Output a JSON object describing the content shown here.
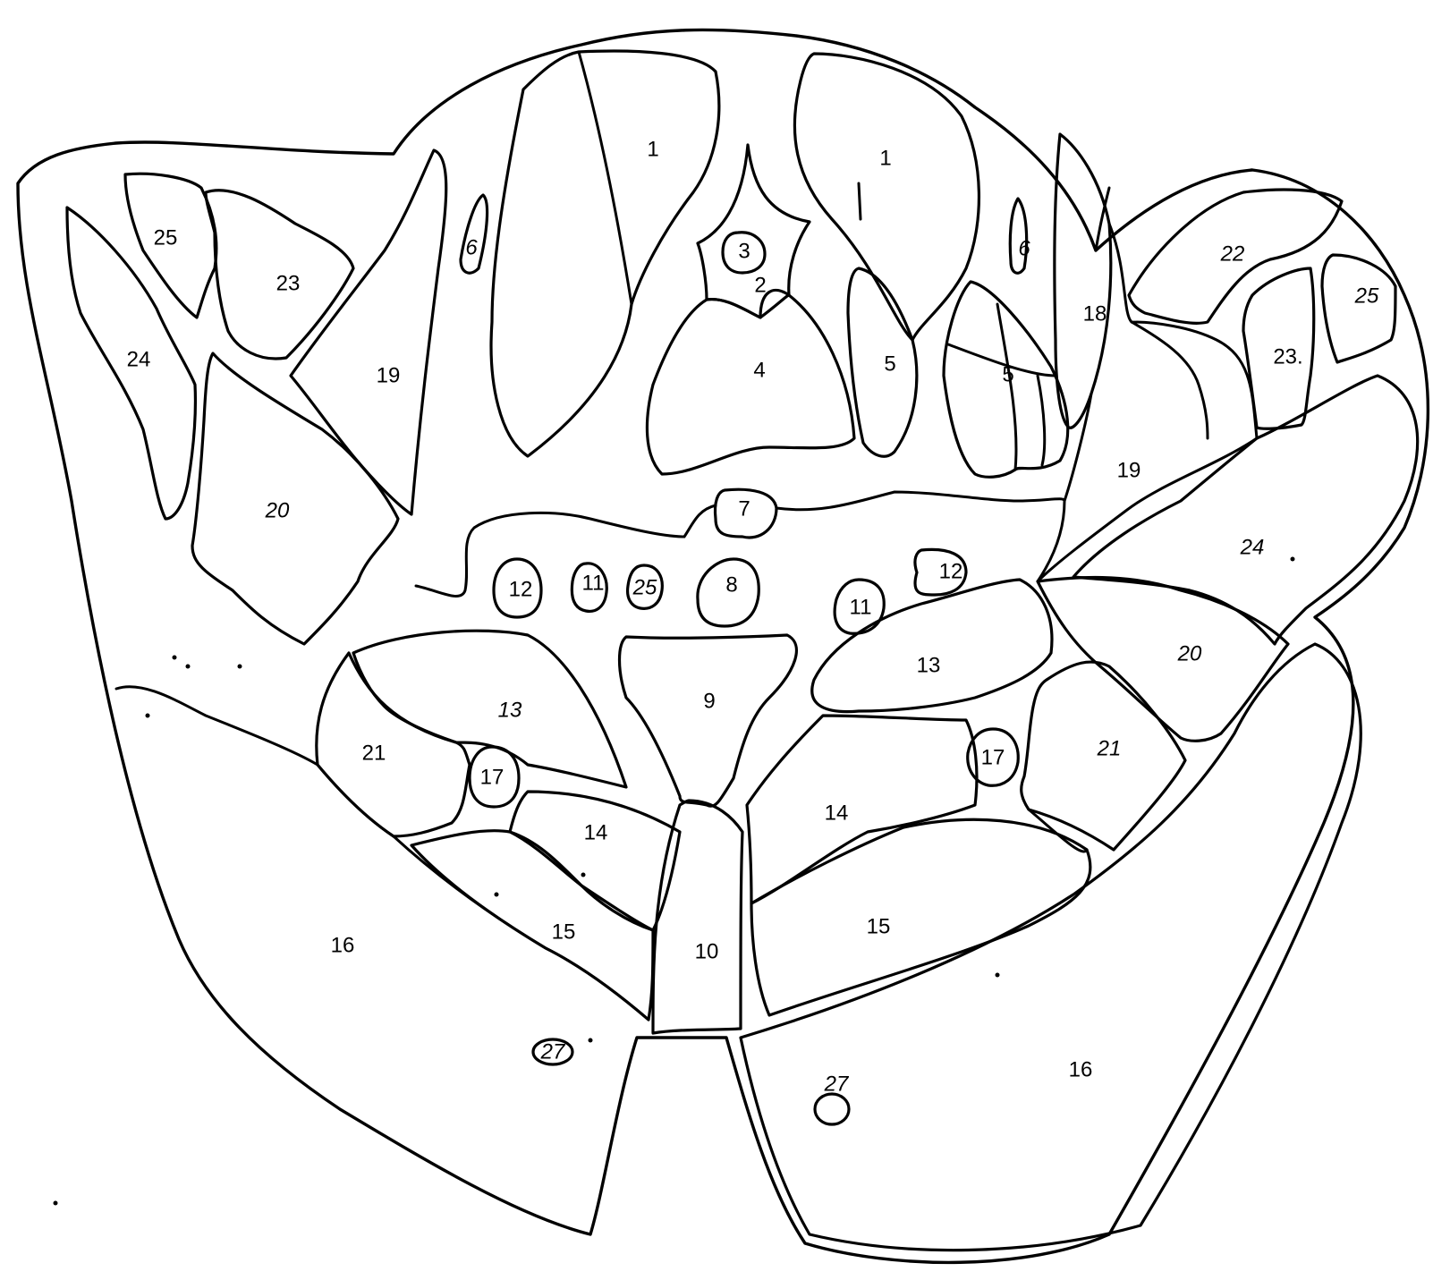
{
  "labels": {
    "l1_left": "1",
    "l1_right": "1",
    "l2": "2",
    "l3": "3",
    "l4": "4",
    "l5_left": "5",
    "l5_right": "5",
    "l6_left": "6",
    "l6_right": "6",
    "l7": "7",
    "l8": "8",
    "l9": "9",
    "l10": "10",
    "l11_left": "11",
    "l11_right": "11",
    "l12_left": "12",
    "l12_right": "12",
    "l13_left": "13",
    "l13_right": "13",
    "l14_left": "14",
    "l14_right": "14",
    "l15_left": "15",
    "l15_right": "15",
    "l16_left": "16",
    "l16_right": "16",
    "l17_left": "17",
    "l17_right": "17",
    "l18": "18",
    "l19_left": "19",
    "l19_right": "19",
    "l20_left": "20",
    "l20_right": "20",
    "l21_left": "21",
    "l21_right": "21",
    "l22": "22",
    "l23_left": "23",
    "l23_right": "23.",
    "l24_left": "24",
    "l24_right": "24",
    "l25_left": "25",
    "l25_right": "25",
    "l25_center": "25",
    "l27_left": "27",
    "l27_right": "27"
  }
}
